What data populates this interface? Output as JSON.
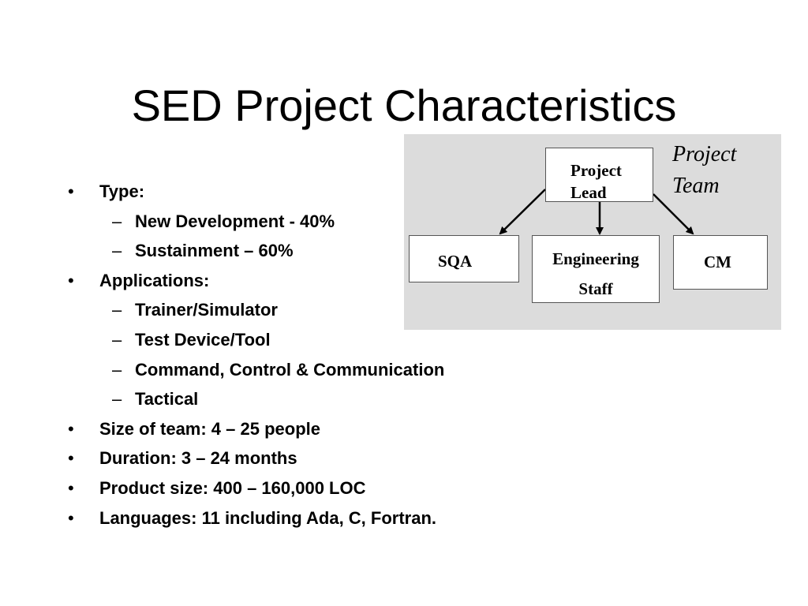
{
  "title": "SED Project Characteristics",
  "bullets": [
    {
      "level": 1,
      "marker": "•",
      "text": "Type:"
    },
    {
      "level": 2,
      "marker": "–",
      "text": "New Development - 40%"
    },
    {
      "level": 2,
      "marker": "–",
      "text": "Sustainment – 60%"
    },
    {
      "level": 1,
      "marker": "•",
      "text": "Applications:"
    },
    {
      "level": 2,
      "marker": "–",
      "text": "Trainer/Simulator"
    },
    {
      "level": 2,
      "marker": "–",
      "text": "Test Device/Tool"
    },
    {
      "level": 2,
      "marker": "–",
      "text": "Command, Control & Communication"
    },
    {
      "level": 2,
      "marker": "–",
      "text": "Tactical"
    },
    {
      "level": 1,
      "marker": "•",
      "text": "Size of team:  4 – 25 people"
    },
    {
      "level": 1,
      "marker": "•",
      "text": "Duration:  3 – 24 months"
    },
    {
      "level": 1,
      "marker": "•",
      "text": "Product size:  400 – 160,000 LOC"
    },
    {
      "level": 1,
      "marker": "•",
      "text": "Languages: 11 including Ada, C, Fortran."
    }
  ],
  "diagram": {
    "team_label_line1": "Project",
    "team_label_line2": "Team",
    "lead_line1": "Project",
    "lead_line2": "Lead",
    "sqa": "SQA",
    "engineering_line1": "Engineering",
    "engineering_line2": "Staff",
    "cm": "CM",
    "background_color": "#dcdcdc"
  }
}
